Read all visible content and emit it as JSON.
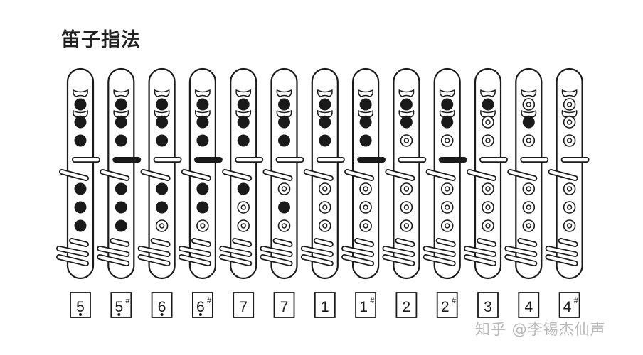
{
  "title": "笛子指法",
  "watermark": "知乎 @李锡杰仙声",
  "colors": {
    "ink": "#1a1a1a",
    "watermark": "#b8b8b8"
  },
  "fingerings": [
    {
      "note": "5",
      "sharp": false,
      "low_dot": true,
      "upper": [
        "closed",
        "closed",
        "closed"
      ],
      "lower": [
        "closed",
        "closed",
        "closed"
      ],
      "thumb_key": "open"
    },
    {
      "note": "5",
      "sharp": true,
      "low_dot": true,
      "upper": [
        "closed",
        "closed",
        "closed"
      ],
      "lower": [
        "closed",
        "closed",
        "closed"
      ],
      "thumb_key": "closed"
    },
    {
      "note": "6",
      "sharp": false,
      "low_dot": true,
      "upper": [
        "closed",
        "closed",
        "closed"
      ],
      "lower": [
        "closed",
        "closed",
        "open"
      ],
      "thumb_key": "open"
    },
    {
      "note": "6",
      "sharp": true,
      "low_dot": true,
      "upper": [
        "closed",
        "closed",
        "closed"
      ],
      "lower": [
        "closed",
        "closed",
        "open"
      ],
      "thumb_key": "closed"
    },
    {
      "note": "7",
      "sharp": false,
      "low_dot": false,
      "upper": [
        "closed",
        "closed",
        "closed"
      ],
      "lower": [
        "closed",
        "open",
        "open"
      ],
      "thumb_key": "open"
    },
    {
      "note": "7",
      "sharp": false,
      "low_dot": false,
      "upper": [
        "closed",
        "closed",
        "closed"
      ],
      "lower": [
        "open",
        "closed",
        "open"
      ],
      "thumb_key": "open"
    },
    {
      "note": "1",
      "sharp": false,
      "low_dot": false,
      "upper": [
        "closed",
        "closed",
        "closed"
      ],
      "lower": [
        "open",
        "open",
        "open"
      ],
      "thumb_key": "open"
    },
    {
      "note": "1",
      "sharp": true,
      "low_dot": false,
      "upper": [
        "closed",
        "closed",
        "closed"
      ],
      "lower": [
        "open",
        "open",
        "open"
      ],
      "thumb_key": "closed"
    },
    {
      "note": "2",
      "sharp": false,
      "low_dot": false,
      "upper": [
        "closed",
        "closed",
        "open"
      ],
      "lower": [
        "open",
        "open",
        "open"
      ],
      "thumb_key": "open"
    },
    {
      "note": "2",
      "sharp": true,
      "low_dot": false,
      "upper": [
        "closed",
        "closed",
        "open"
      ],
      "lower": [
        "open",
        "open",
        "open"
      ],
      "thumb_key": "closed"
    },
    {
      "note": "3",
      "sharp": false,
      "low_dot": false,
      "upper": [
        "closed",
        "open",
        "open"
      ],
      "lower": [
        "open",
        "open",
        "open"
      ],
      "thumb_key": "open"
    },
    {
      "note": "4",
      "sharp": false,
      "low_dot": false,
      "upper": [
        "open",
        "closed",
        "open"
      ],
      "lower": [
        "open",
        "open",
        "open"
      ],
      "thumb_key": "open"
    },
    {
      "note": "4",
      "sharp": true,
      "low_dot": false,
      "upper": [
        "open",
        "open",
        "open"
      ],
      "lower": [
        "open",
        "open",
        "open"
      ],
      "thumb_key": "open"
    }
  ],
  "sharp_symbol": "#"
}
